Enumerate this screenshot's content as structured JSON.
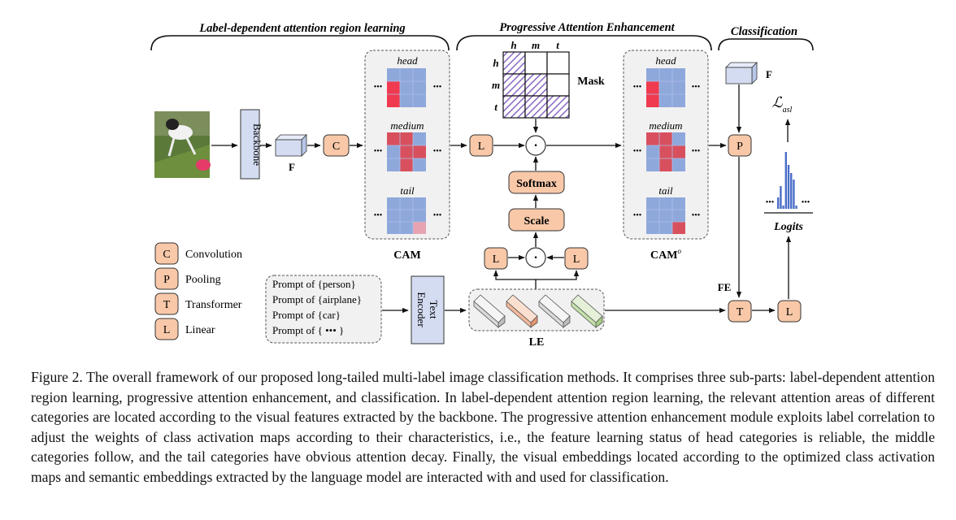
{
  "sections": {
    "label_dependent": "Label-dependent attention region learning",
    "progressive": "Progressive Attention Enhancement",
    "classification": "Classification"
  },
  "cam": {
    "head": "head",
    "medium": "medium",
    "tail": "tail",
    "label": "CAM",
    "label_o": "CAM",
    "sup_o": "o"
  },
  "blocks": {
    "backbone": "Backbone",
    "feature": "F",
    "conv": "C",
    "pool": "P",
    "trans": "T",
    "linear": "L",
    "softmax": "Softmax",
    "scale": "Scale",
    "dot": "·",
    "text_encoder_1": "Text",
    "text_encoder_2": "Encoder",
    "le": "LE",
    "fe": "FE",
    "logits": "Logits",
    "loss_main": "ℒ",
    "loss_sub": "asl",
    "dots": "•••"
  },
  "mask": {
    "title": "Mask",
    "cols": [
      "h",
      "m",
      "t"
    ],
    "rows": [
      "h",
      "m",
      "t"
    ],
    "cells": [
      [
        1,
        0,
        0
      ],
      [
        1,
        1,
        0
      ],
      [
        1,
        1,
        1
      ]
    ]
  },
  "legend": [
    {
      "key": "C",
      "text": "Convolution"
    },
    {
      "key": "P",
      "text": "Pooling"
    },
    {
      "key": "T",
      "text": "Transformer"
    },
    {
      "key": "L",
      "text": "Linear"
    }
  ],
  "prompts": [
    "Prompt of {person}",
    "Prompt of {airplane}",
    "Prompt of {car}",
    "Prompt of { ••• }"
  ],
  "colors": {
    "op_fill": "#f8c8a8",
    "cam_blue": "#8fa8dc",
    "cam_red": "#d8505e",
    "cam_bright_red": "#f03a4f",
    "cam_pink": "#e8a3b0",
    "backbone_fill": "#d4dcf2",
    "mask_hatch": "#8a6ac4",
    "bar_blue": "#4a6ec8"
  },
  "caption": "Figure 2. The overall framework of our proposed long-tailed multi-label image classification methods. It comprises three sub-parts: label-dependent attention region learning, progressive attention enhancement, and classification. In label-dependent attention region learning, the relevant attention areas of different categories are located according to the visual features extracted by the backbone. The progressive attention enhancement module exploits label correlation to adjust the weights of class activation maps according to their characteristics, i.e., the feature learning status of head categories is reliable, the middle categories follow, and the tail categories have obvious attention decay. Finally, the visual embeddings located according to the optimized class activation maps and semantic embeddings extracted by the language model are interacted with and used for classification."
}
